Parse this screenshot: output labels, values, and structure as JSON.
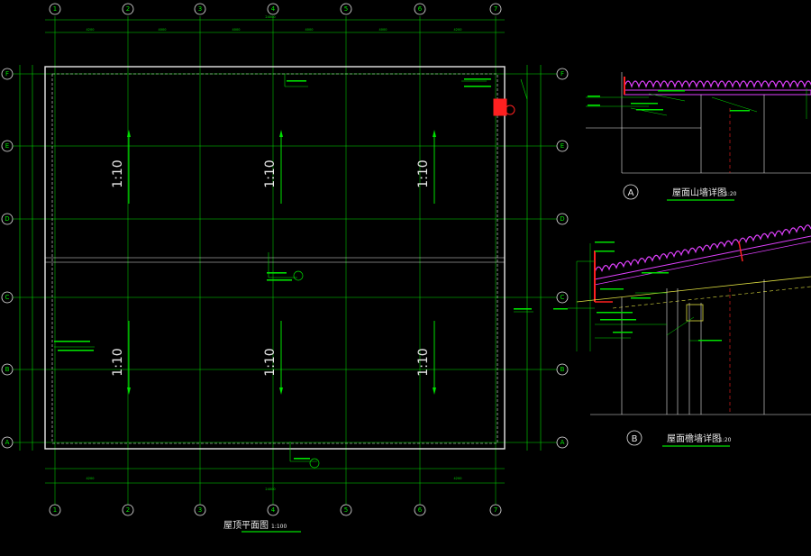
{
  "plan": {
    "title": "屋顶平面图",
    "scale": "1:100",
    "axes_numbers": [
      "1",
      "2",
      "3",
      "4",
      "5",
      "6",
      "7"
    ],
    "axes_letters": [
      "F",
      "E",
      "D",
      "C",
      "B",
      "A"
    ],
    "slope_labels": [
      "1:10",
      "1:10",
      "1:10",
      "1:10",
      "1:10",
      "1:10"
    ]
  },
  "detail_a": {
    "marker": "A",
    "title": "屋面山墙详图",
    "scale": "1:20"
  },
  "detail_b": {
    "marker": "B",
    "title": "屋面檐墙详图",
    "scale": "1:20"
  },
  "colors": {
    "background": "#000000",
    "dimension": "#00e000",
    "outline": "#e8e8e8",
    "panel": "#e040ff",
    "accent": "#ff2020",
    "roof_line": "#e0e040"
  }
}
